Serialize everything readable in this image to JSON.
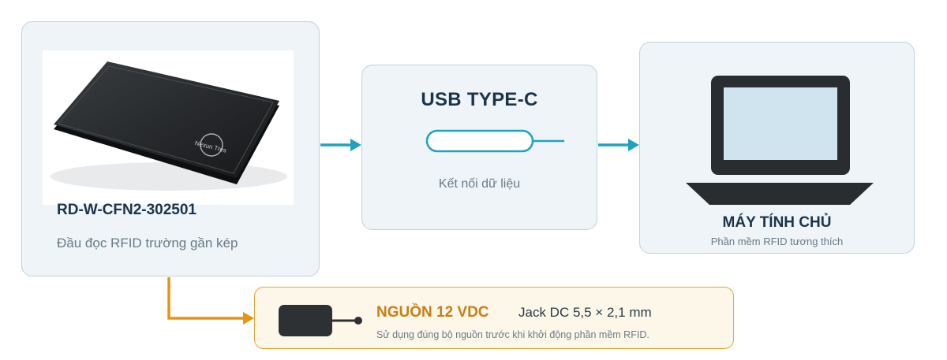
{
  "reader": {
    "model": "RD-W-CFN2-302501",
    "description": "Đầu đọc RFID trường gần kép",
    "logo_text": "Nexun Tres"
  },
  "usb": {
    "title": "USB TYPE-C",
    "caption": "Kết nối dữ liệu"
  },
  "host": {
    "title": "MÁY TÍNH CHỦ",
    "caption": "Phần mềm RFID tương thích"
  },
  "power": {
    "title": "NGUỒN 12 VDC",
    "spec": "Jack DC 5,5 × 2,1 mm",
    "note": "Sử dụng đúng bộ nguồn trước khi khởi động phần mềm RFID."
  },
  "colors": {
    "data_link": "#1fa3bd",
    "power_link": "#e8940e",
    "box_fill": "#eef4f8",
    "box_border": "#bfd3de",
    "heading": "#1c3448",
    "muted": "#6a7a86"
  }
}
